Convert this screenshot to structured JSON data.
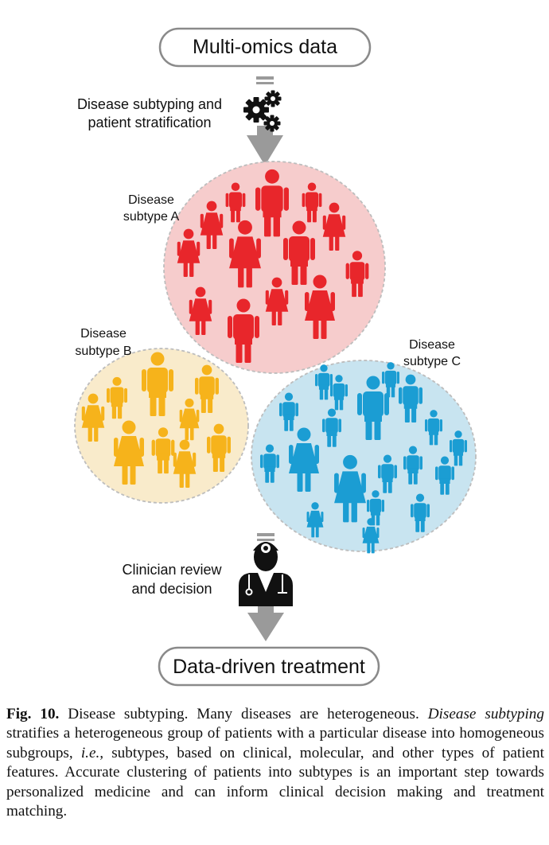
{
  "top_box": "Multi-omics data",
  "bottom_box": "Data-driven treatment",
  "step1": {
    "line1": "Disease subtyping and",
    "line2": "patient stratification",
    "icon": "gears-icon"
  },
  "step2": {
    "line1": "Clinician review",
    "line2": "and decision",
    "icon": "doctor-icon"
  },
  "clusters": [
    {
      "id": "a",
      "line1": "Disease",
      "line2": "subtype A",
      "fill": "#f6cccc",
      "person": "#e8262b"
    },
    {
      "id": "b",
      "line1": "Disease",
      "line2": "subtype B",
      "fill": "#f9ebcb",
      "person": "#f6b31b"
    },
    {
      "id": "c",
      "line1": "Disease",
      "line2": "subtype C",
      "fill": "#c8e4f0",
      "person": "#1b9dd3"
    }
  ],
  "caption": {
    "label": "Fig. 10.",
    "text1": " Disease subtyping. Many diseases are heterogeneous. ",
    "italic1": "Disease subtyping",
    "text2": " stratifies a heterogeneous group of patients with a particular disease into homogeneous subgroups, ",
    "italic2": "i.e.,",
    "text3": " subtypes, based on clinical, molecular, and other types of patient features. Accurate clustering of patients into subtypes is an important step towards personalized medicine and can inform clinical decision making and treatment matching."
  }
}
